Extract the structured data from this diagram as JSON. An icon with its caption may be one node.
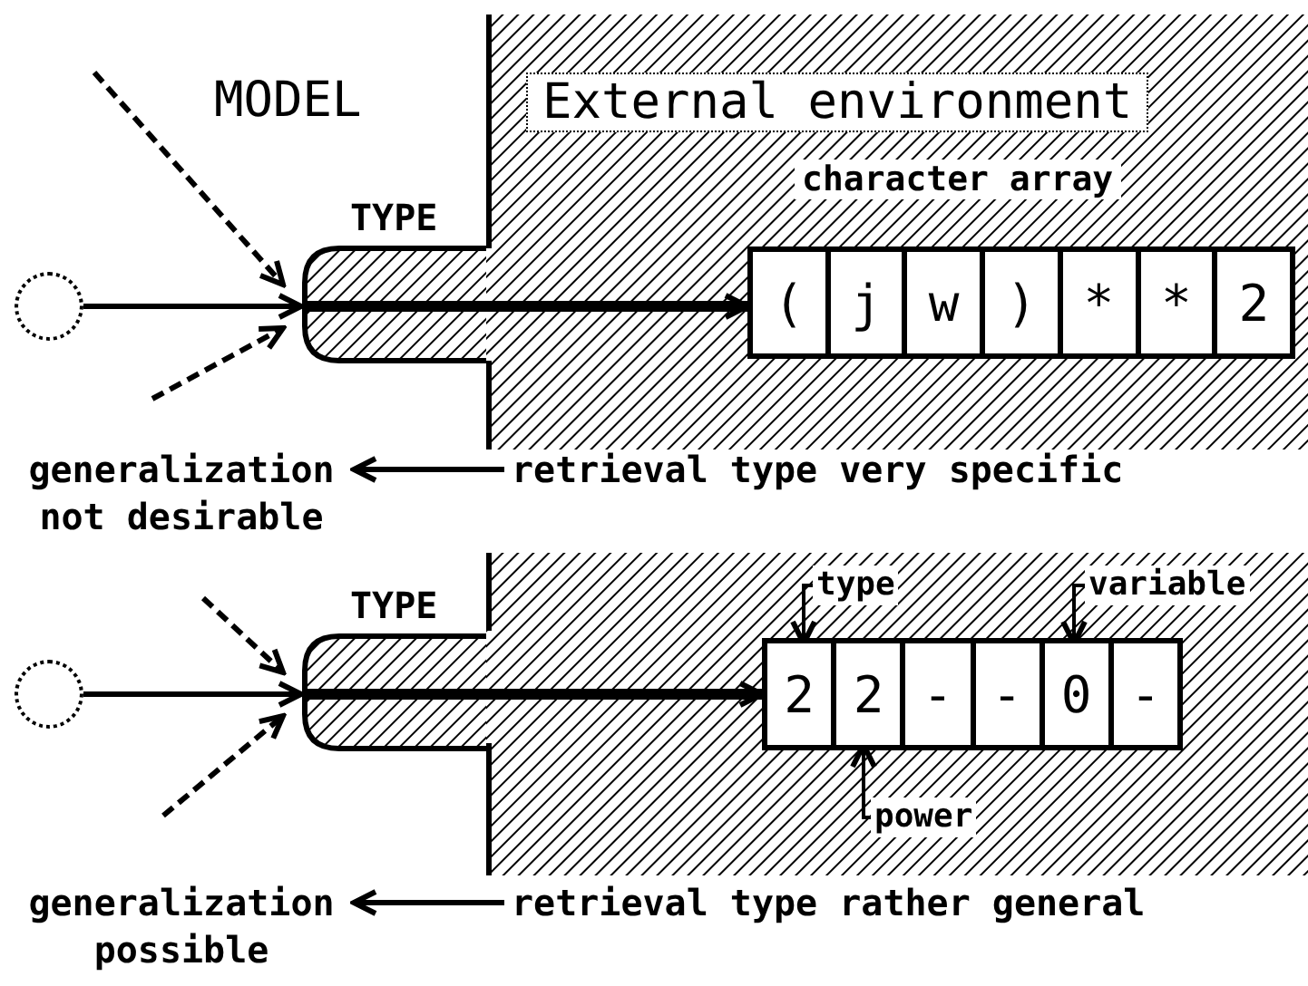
{
  "diagram": {
    "nodes": [
      {
        "text": [
          "External environment"
        ]
      },
      {
        "text": [
          "TYPE"
        ]
      },
      {
        "text": [
          "character array"
        ],
        "in": 0
      },
      {
        "text": [
          "("
        ],
        "in": 2
      },
      {
        "text": [
          "j"
        ],
        "in": 2
      },
      {
        "text": [
          "w"
        ],
        "in": 2
      },
      {
        "text": [
          ")"
        ],
        "in": 2
      },
      {
        "text": [
          "*"
        ],
        "in": 2
      },
      {
        "text": [
          "*"
        ],
        "in": 2
      },
      {
        "text": [
          "2"
        ],
        "in": 2
      },
      {
        "text": [],
        "shape": "circle"
      },
      {
        "text": [
          "retrieval type very specific"
        ]
      },
      {
        "text": [
          "generalization not desirable"
        ]
      },
      {
        "text": [],
        "shape": "box"
      },
      {
        "text": [
          "TYPE"
        ]
      },
      {
        "text": [],
        "shape": "box",
        "in": 13
      },
      {
        "text": [
          "2"
        ],
        "in": 15
      },
      {
        "text": [
          "2"
        ],
        "in": 15
      },
      {
        "text": [
          "-"
        ],
        "in": 15
      },
      {
        "text": [
          "-"
        ],
        "in": 15
      },
      {
        "text": [
          "0"
        ],
        "in": 15
      },
      {
        "text": [
          "-"
        ],
        "in": 15
      },
      {
        "text": [],
        "shape": "circle"
      },
      {
        "text": [
          "type"
        ],
        "in": 13
      },
      {
        "text": [
          "variable"
        ],
        "in": 13
      },
      {
        "text": [
          "power"
        ],
        "in": 13
      },
      {
        "text": [
          "retrieval type rather general"
        ]
      },
      {
        "text": [
          "generalization possible"
        ]
      }
    ],
    "edges": [
      {
        "from": 10,
        "to": 1,
        "arrow": "to"
      },
      {
        "from": null,
        "to": 1,
        "arrow": "to",
        "style": "dashed"
      },
      {
        "from": null,
        "to": 1,
        "arrow": "to",
        "style": "dashed"
      },
      {
        "from": 1,
        "to": 2,
        "arrow": "to",
        "style": "thick"
      },
      {
        "from": 11,
        "to": 12,
        "arrow": "to"
      },
      {
        "from": 22,
        "to": 14,
        "arrow": "to"
      },
      {
        "from": null,
        "to": 14,
        "arrow": "to",
        "style": "dashed"
      },
      {
        "from": null,
        "to": 14,
        "arrow": "to",
        "style": "dashed"
      },
      {
        "from": 14,
        "to": 15,
        "arrow": "to",
        "style": "thick"
      },
      {
        "from": 23,
        "to": 16,
        "arrow": "to"
      },
      {
        "from": 24,
        "to": 20,
        "arrow": "to"
      },
      {
        "from": 25,
        "to": 17,
        "arrow": "to"
      },
      {
        "from": 26,
        "to": 27,
        "arrow": "to"
      }
    ],
    "labels": [
      "MODEL"
    ]
  }
}
